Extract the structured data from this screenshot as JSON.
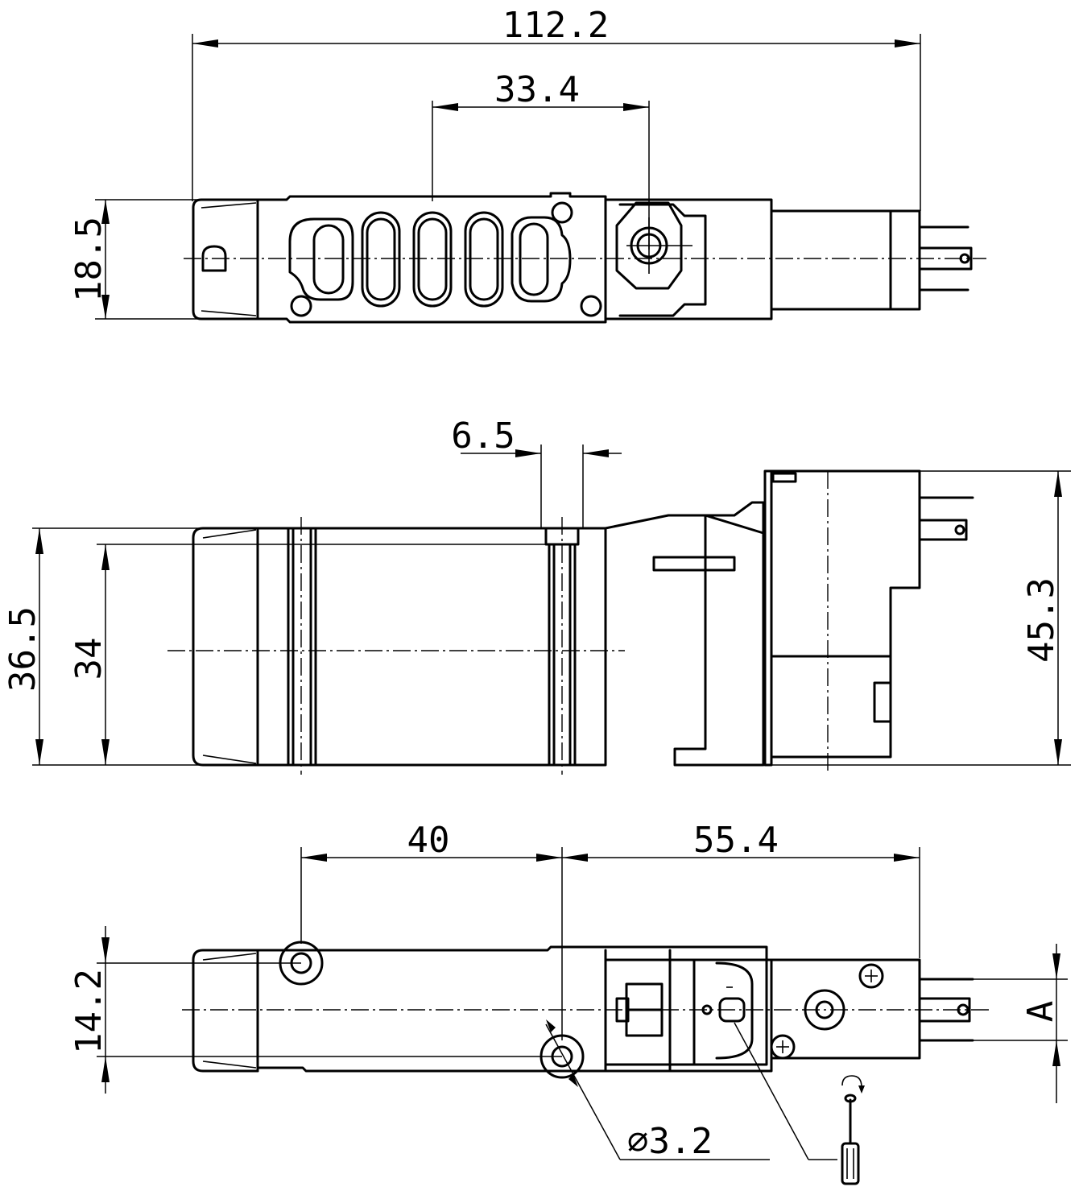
{
  "drawing": {
    "top_view": {
      "dim_overall_length": "112.2",
      "dim_port_spacing": "33.4",
      "dim_height": "18.5"
    },
    "side_view": {
      "dim_offset": "6.5",
      "dim_body_height": "36.5",
      "dim_inner_height": "34",
      "dim_total_height": "45.3"
    },
    "bottom_view": {
      "dim_left_span": "40",
      "dim_right_span": "55.4",
      "dim_hole_spacing": "14.2",
      "dim_hole_diameter": "⌀3.2",
      "dim_connector": "A"
    }
  }
}
